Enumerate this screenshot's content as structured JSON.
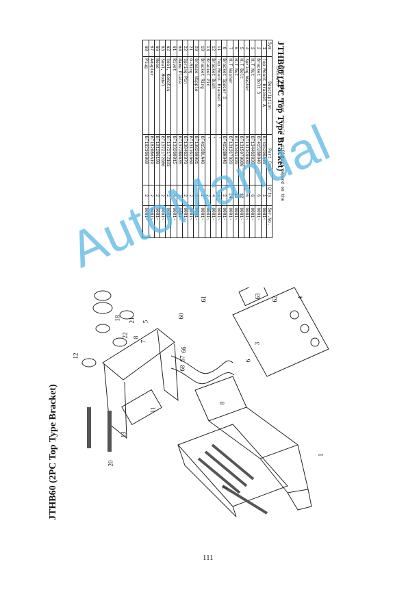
{
  "table": {
    "title": "JTHB60 (2PC Top Type Bracket)",
    "columns": [
      "Sym",
      "Description",
      "Part  Code",
      "Q'ty",
      "Ser.No."
    ],
    "rows": [
      [
        "1",
        "Top Mount Bracket A",
        "BT4152DGA40",
        "1",
        "0001~"
      ],
      [
        "2",
        "Bracket Bolt S",
        "BT4152BH040",
        "6",
        "0001~"
      ],
      [
        "3",
        "H.T Nut",
        "BT1344G3030",
        "6",
        "0001~"
      ],
      [
        "4",
        "Spring Washer",
        "BT1313C0030",
        "6",
        "0001~"
      ],
      [
        "5",
        "H.T Bolt",
        "BT1315070080",
        "12",
        "0001~"
      ],
      [
        "6",
        "H.T Nut",
        "BT1344G1020",
        "12",
        "0001~"
      ],
      [
        "7",
        "H.T Washer",
        "BT1313C7020",
        "24",
        "0001~"
      ],
      [
        "8",
        "Bracket Spacer S",
        "BT4152BH040",
        "2",
        "0001~"
      ],
      [
        "11",
        "Top Mount Bracket B",
        "*",
        "1",
        "0001~"
      ],
      [
        "12",
        "Bracket Bush",
        "*",
        "4",
        "0001~"
      ],
      [
        "13",
        "Bracket Pin",
        "*",
        "2",
        "0001~"
      ],
      [
        "18",
        "Bracket Ring",
        "BT4153BLA40",
        "2",
        "0001~"
      ],
      [
        "20",
        "Grease Nipple",
        "BT1382G0001",
        "2",
        "0001~"
      ],
      [
        "21",
        "O-Ring",
        "BT1311G1060",
        "2",
        "0001~"
      ],
      [
        "22",
        "Spring Pin",
        "BT1394G2070",
        "2",
        "0001~"
      ],
      [
        "60",
        "Name Plate",
        "BT1372B0035",
        "1",
        "0001~"
      ],
      [
        "61",
        "Rivet",
        "BT1332G0015",
        "4",
        "0001~"
      ],
      [
        "62",
        "Seal, Komatsu",
        "BT1372172103",
        "2",
        "0001~"
      ],
      [
        "63",
        "Seal, Model",
        "BT1372172086",
        "2",
        "0001~"
      ],
      [
        "66",
        "Hose",
        "BT1912B6190",
        "2",
        "0001~"
      ],
      [
        "67",
        "Adapter",
        "BT1820B6619",
        "2",
        "0001~"
      ],
      [
        "68",
        "Plug",
        "BT1821G6069",
        "2",
        "0001~"
      ]
    ],
    "note": "Parts number marked * should be different depend on the Excavator."
  },
  "diagram": {
    "title": "JTHB60 (2PC Top Type Bracket)",
    "callouts": [
      "1",
      "2",
      "4",
      "5",
      "7",
      "8",
      "11",
      "12",
      "13",
      "18",
      "20",
      "21",
      "22",
      "60",
      "61",
      "62",
      "63",
      "66",
      "67",
      "68",
      "6",
      "3"
    ]
  },
  "page_number": "111",
  "watermark": "AutoManual"
}
